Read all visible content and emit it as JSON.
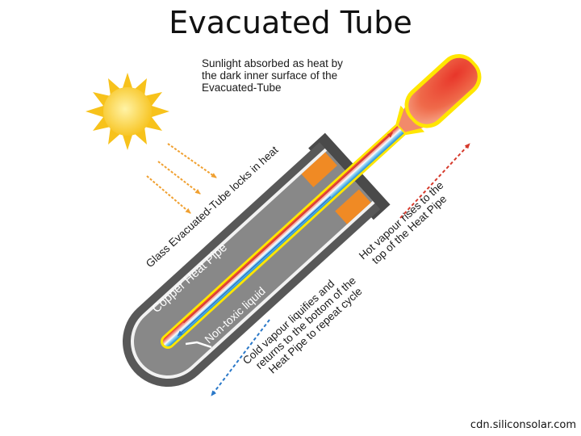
{
  "title": "Evacuated Tube",
  "source_credit": "cdn.siliconsolar.com",
  "diagram": {
    "labels": {
      "sunlight": [
        "Sunlight absorbed as heat by",
        "the dark inner surface of the",
        "Evacuated-Tube"
      ],
      "glass_tube": "Glass Evacuated-Tube locks in heat",
      "copper_pipe": "Copper Heat Pipe",
      "liquid": "Non-toxic liquid",
      "hot_vapour": [
        "Hot vapour rises to the",
        "top of the Heat Pipe"
      ],
      "cold_vapour": [
        "Cold vapour liquifies and",
        "returns to the bottom of the",
        "Heat Pipe to repeat cycle"
      ]
    },
    "icons": [
      "sun-icon",
      "sunlight-ray-arrow-icon",
      "hot-vapour-arrow-icon",
      "cold-liquid-arrow-icon"
    ],
    "colors": {
      "sun": "#f7c21b",
      "rays": "#f0a030",
      "tube_outer": "#555555",
      "tube_inner": "#8a8a8a",
      "insulation": "#f08a24",
      "heat_pipe_border": "#ffe600",
      "hot": "#e8362a",
      "cold": "#1e90d8",
      "hot_arrow": "#d63a2c",
      "cold_arrow": "#2a78c8"
    }
  }
}
